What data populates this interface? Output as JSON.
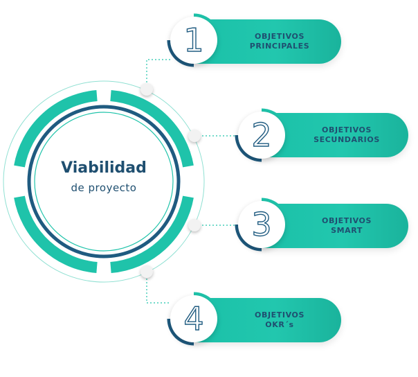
{
  "center": {
    "title": "Viabilidad",
    "subtitle": "de proyecto"
  },
  "steps": [
    {
      "number": "1",
      "line1": "OBJETIVOS",
      "line2": "PRINCIPALES"
    },
    {
      "number": "2",
      "line1": "OBJETIVOS",
      "line2": "SECUNDARIOS"
    },
    {
      "number": "3",
      "line1": "OBJETIVOS",
      "line2": "SMART"
    },
    {
      "number": "4",
      "line1": "OBJETIVOS",
      "line2": "OKR´s"
    }
  ],
  "colors": {
    "teal": "#1fc3aa",
    "navy": "#1f4f70",
    "light_teal": "#8fe0d2"
  }
}
